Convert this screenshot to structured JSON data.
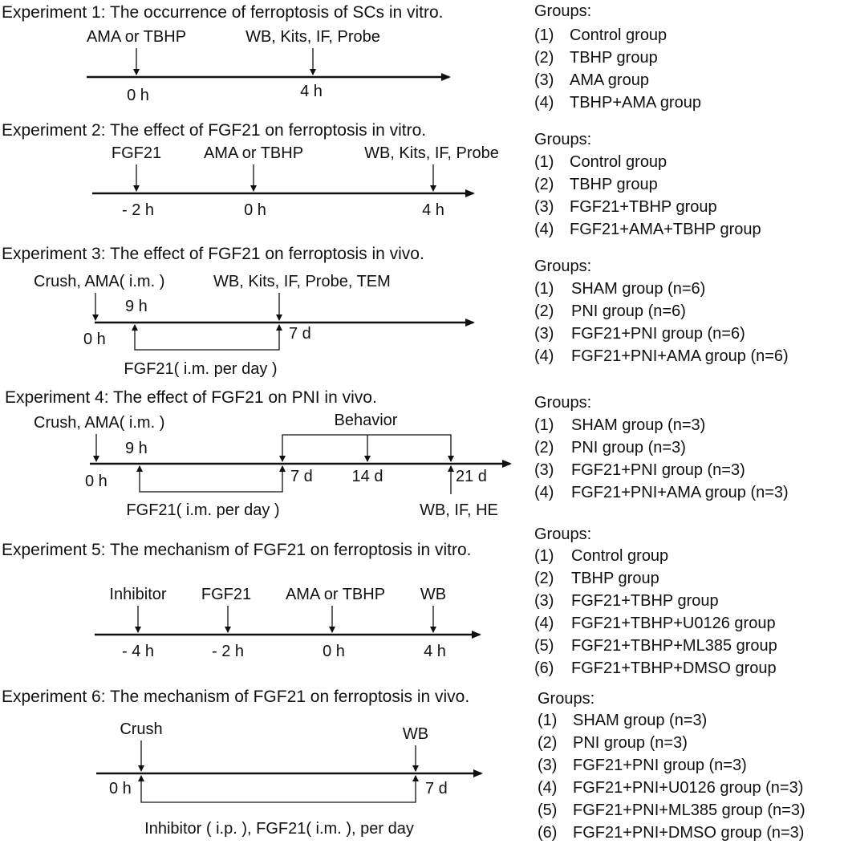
{
  "colors": {
    "ink": "#111111",
    "background": "#ffffff"
  },
  "experiments": [
    {
      "title": "Experiment 1: The occurrence of ferroptosis of SCs in vitro.",
      "events": [
        {
          "label": "AMA or TBHP"
        },
        {
          "label": "WB, Kits, IF, Probe"
        }
      ],
      "ticks": [
        {
          "label": "0 h"
        },
        {
          "label": "4 h"
        }
      ],
      "groups_title": "Groups:",
      "groups": [
        {
          "num": "(1)",
          "name": "Control group"
        },
        {
          "num": "(2)",
          "name": "TBHP group"
        },
        {
          "num": "(3)",
          "name": "AMA group"
        },
        {
          "num": "(4)",
          "name": "TBHP+AMA group"
        }
      ]
    },
    {
      "title": "Experiment 2: The effect of FGF21 on ferroptosis in vitro.",
      "events": [
        {
          "label": "FGF21"
        },
        {
          "label": "AMA or TBHP"
        },
        {
          "label": "WB, Kits, IF, Probe"
        }
      ],
      "ticks": [
        {
          "label": "- 2 h"
        },
        {
          "label": "0 h"
        },
        {
          "label": "4 h"
        }
      ],
      "groups_title": "Groups:",
      "groups": [
        {
          "num": "(1)",
          "name": "Control group"
        },
        {
          "num": "(2)",
          "name": "TBHP group"
        },
        {
          "num": "(3)",
          "name": "FGF21+TBHP group"
        },
        {
          "num": "(4)",
          "name": "FGF21+AMA+TBHP group"
        }
      ]
    },
    {
      "title": "Experiment 3: The effect of FGF21 on ferroptosis in vivo.",
      "events": [
        {
          "label": "Crush, AMA( i.m. )"
        },
        {
          "label": "WB, Kits, IF, Probe, TEM"
        }
      ],
      "ticks": [
        {
          "label": "0 h"
        },
        {
          "label": "9 h"
        },
        {
          "label": "7 d"
        }
      ],
      "treatment": "FGF21( i.m. per day )",
      "groups_title": "Groups:",
      "groups": [
        {
          "num": "(1)",
          "name": "SHAM group (n=6)"
        },
        {
          "num": "(2)",
          "name": "PNI group (n=6)"
        },
        {
          "num": "(3)",
          "name": "FGF21+PNI group (n=6)"
        },
        {
          "num": "(4)",
          "name": "FGF21+PNI+AMA group (n=6)"
        }
      ]
    },
    {
      "title": "Experiment 4: The effect of FGF21 on PNI in vivo.",
      "events": [
        {
          "label": "Crush, AMA( i.m. )"
        },
        {
          "label": "Behavior"
        },
        {
          "label": "WB, IF, HE"
        }
      ],
      "ticks": [
        {
          "label": "0 h"
        },
        {
          "label": "9 h"
        },
        {
          "label": "7 d"
        },
        {
          "label": "14 d"
        },
        {
          "label": "21 d"
        }
      ],
      "treatment": "FGF21( i.m. per day )",
      "groups_title": "Groups:",
      "groups": [
        {
          "num": "(1)",
          "name": "SHAM group (n=3)"
        },
        {
          "num": "(2)",
          "name": "PNI group (n=3)"
        },
        {
          "num": "(3)",
          "name": "FGF21+PNI group (n=3)"
        },
        {
          "num": "(4)",
          "name": "FGF21+PNI+AMA group (n=3)"
        }
      ]
    },
    {
      "title": "Experiment 5: The mechanism of FGF21 on ferroptosis in vitro.",
      "events": [
        {
          "label": "Inhibitor"
        },
        {
          "label": "FGF21"
        },
        {
          "label": "AMA or TBHP"
        },
        {
          "label": "WB"
        }
      ],
      "ticks": [
        {
          "label": "- 4 h"
        },
        {
          "label": "- 2 h"
        },
        {
          "label": "0 h"
        },
        {
          "label": "4 h"
        }
      ],
      "groups_title": "Groups:",
      "groups": [
        {
          "num": "(1)",
          "name": "Control group"
        },
        {
          "num": "(2)",
          "name": "TBHP group"
        },
        {
          "num": "(3)",
          "name": "FGF21+TBHP group"
        },
        {
          "num": "(4)",
          "name": "FGF21+TBHP+U0126 group"
        },
        {
          "num": "(5)",
          "name": "FGF21+TBHP+ML385 group"
        },
        {
          "num": "(6)",
          "name": "FGF21+TBHP+DMSO group"
        }
      ]
    },
    {
      "title": "Experiment 6: The mechanism of FGF21 on ferroptosis in vivo.",
      "events": [
        {
          "label": "Crush"
        },
        {
          "label": "WB"
        }
      ],
      "ticks": [
        {
          "label": "0 h"
        },
        {
          "label": "7 d"
        }
      ],
      "treatment": "Inhibitor ( i.p. ), FGF21( i.m. ), per day",
      "groups_title": "Groups:",
      "groups": [
        {
          "num": "(1)",
          "name": "SHAM group (n=3)"
        },
        {
          "num": "(2)",
          "name": "PNI group (n=3)"
        },
        {
          "num": "(3)",
          "name": "FGF21+PNI group (n=3)"
        },
        {
          "num": "(4)",
          "name": "FGF21+PNI+U0126 group (n=3)"
        },
        {
          "num": "(5)",
          "name": "FGF21+PNI+ML385 group (n=3)"
        },
        {
          "num": "(6)",
          "name": "FGF21+PNI+DMSO group (n=3)"
        }
      ]
    }
  ]
}
